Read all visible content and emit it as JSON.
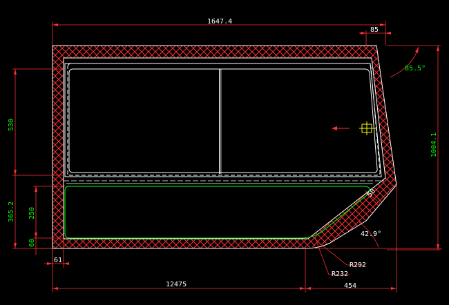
{
  "colors": {
    "background": "#000000",
    "outline": "#ffffff",
    "hatch": "#ff3030",
    "dimension": "#ff3030",
    "dim_text": "#ffffff",
    "vertical_dim_text": "#00ff00",
    "inner_profile": "#00ff00",
    "marker": "#ffff00"
  },
  "dimensions": {
    "overall_width": "1647.4",
    "top_offset": "85",
    "corner_angle": "85.5°",
    "overall_height": "1004.1",
    "upper_height": "530",
    "lower_height": "365.2",
    "inner_height": "250",
    "bottom_offset": "60",
    "left_offset": "61",
    "straight_length": "12475",
    "chamfer_length": "454",
    "radius_outer": "R292",
    "radius_inner": "R232",
    "chamfer_angle": "42.9°",
    "wall_thickness": "50"
  },
  "icons": {
    "direction_arrow": "left-arrow-icon",
    "marker": "reference-marker-icon"
  }
}
